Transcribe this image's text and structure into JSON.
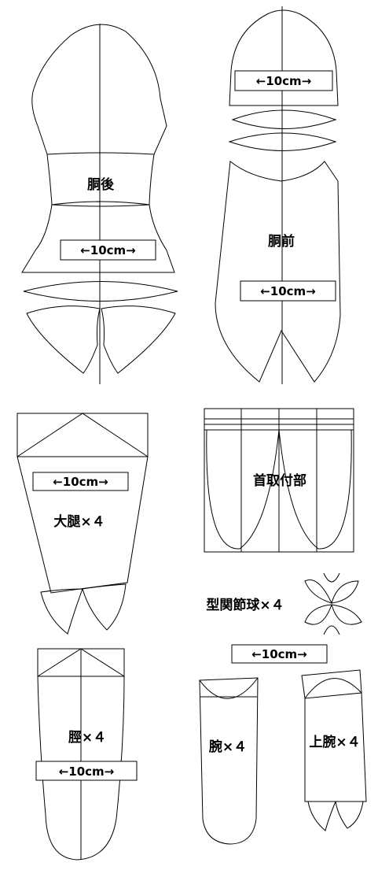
{
  "labels": {
    "back_torso": "胴後",
    "front_torso": "胴前",
    "thigh": "大腿×４",
    "neck_attach": "首取付部",
    "joint_ball": "型関節球×４",
    "shin": "脛×４",
    "forearm": "腕×４",
    "upper_arm": "上腕×４"
  },
  "scale_label": "←10cm→"
}
